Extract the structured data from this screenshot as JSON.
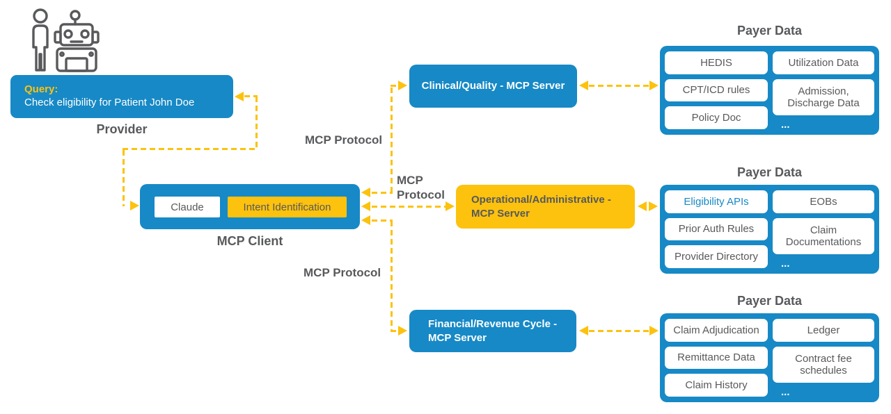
{
  "colors": {
    "blue": "#1789C6",
    "yellow": "#FCC20E",
    "dark_gray": "#58595B",
    "highlight_text": "#1789C6"
  },
  "provider": {
    "icons": [
      "person-icon",
      "robot-icon"
    ],
    "query_label": "Query:",
    "query_text": "Check eligibility for Patient John Doe",
    "caption": "Provider"
  },
  "client": {
    "model_label": "Claude",
    "intent_label": "Intent Identification",
    "caption": "MCP Client"
  },
  "protocol_labels": {
    "clinical": "MCP Protocol",
    "operational": "MCP Protocol",
    "financial": "MCP Protocol"
  },
  "servers": {
    "clinical": {
      "label": "Clinical/Quality - MCP Server"
    },
    "operational": {
      "label": "Operational/Administrative - MCP Server"
    },
    "financial": {
      "label": "Financial/Revenue Cycle - MCP Server"
    }
  },
  "payer_groups": [
    {
      "title": "Payer Data",
      "left": [
        "HEDIS",
        "CPT/ICD rules",
        "Policy Doc"
      ],
      "right": [
        "Utilization Data",
        "Admission, Discharge Data"
      ],
      "more": "..."
    },
    {
      "title": "Payer Data",
      "left": [
        "Eligibility APIs",
        "Prior Auth Rules",
        "Provider Directory"
      ],
      "right": [
        "EOBs",
        "Claim Documentations"
      ],
      "more": "...",
      "highlighted_item": "Eligibility APIs"
    },
    {
      "title": "Payer Data",
      "left": [
        "Claim Adjudication",
        "Remittance Data",
        "Claim History"
      ],
      "right": [
        "Ledger",
        "Contract fee schedules"
      ],
      "more": "..."
    }
  ]
}
